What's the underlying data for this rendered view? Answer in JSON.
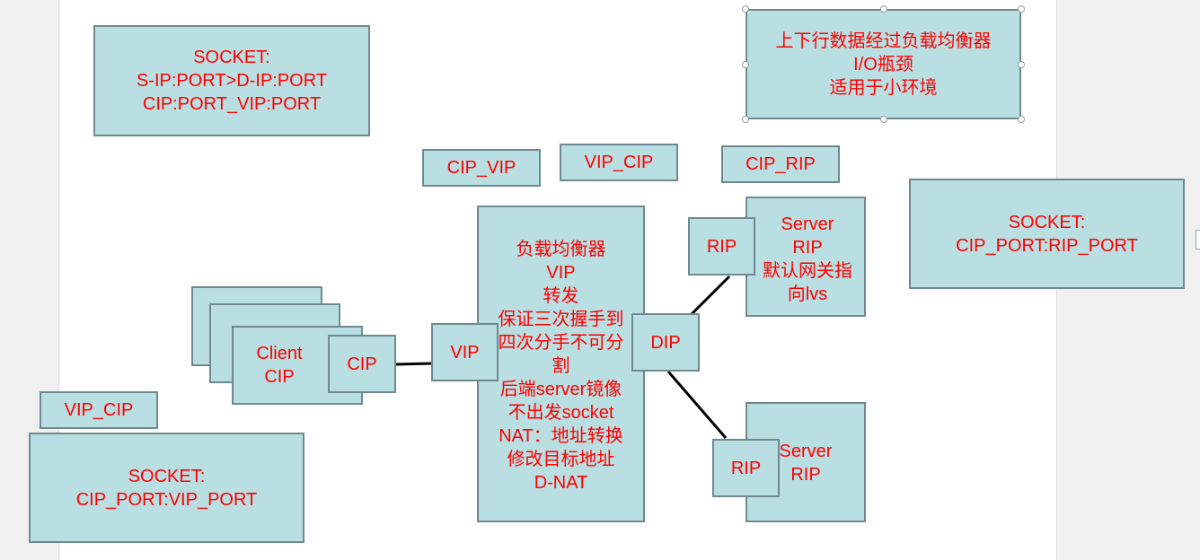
{
  "socket_top": [
    "SOCKET:",
    "S-IP:PORT>D-IP:PORT",
    "CIP:PORT_VIP:PORT"
  ],
  "note_top": [
    "上下行数据经过负载均衡器",
    "I/O瓶颈",
    "适用于小环境"
  ],
  "flow_labels": {
    "cip_vip_top": "CIP_VIP",
    "vip_cip_top": "VIP_CIP",
    "cip_rip_top": "CIP_RIP",
    "vip_cip_left": "VIP_CIP"
  },
  "socket_right": [
    "SOCKET:",
    "CIP_PORT:RIP_PORT"
  ],
  "socket_bottom": [
    "SOCKET:",
    "CIP_PORT:VIP_PORT"
  ],
  "client": {
    "name": "Client",
    "ip": "CIP",
    "port_label": "CIP"
  },
  "load_balancer": {
    "lines": [
      "负载均衡器",
      "VIP",
      "转发",
      "保证三次握手到",
      "四次分手不可分",
      "割",
      "后端server镜像",
      "不出发socket",
      "NAT：地址转换",
      "修改目标地址",
      "D-NAT"
    ],
    "vip_label": "VIP",
    "dip_label": "DIP"
  },
  "server_top": {
    "lines": [
      "Server",
      "RIP",
      "默认网关指",
      "向lvs"
    ],
    "port_label": "RIP"
  },
  "server_bottom": {
    "lines": [
      "Server",
      "RIP"
    ],
    "port_label": "RIP"
  }
}
